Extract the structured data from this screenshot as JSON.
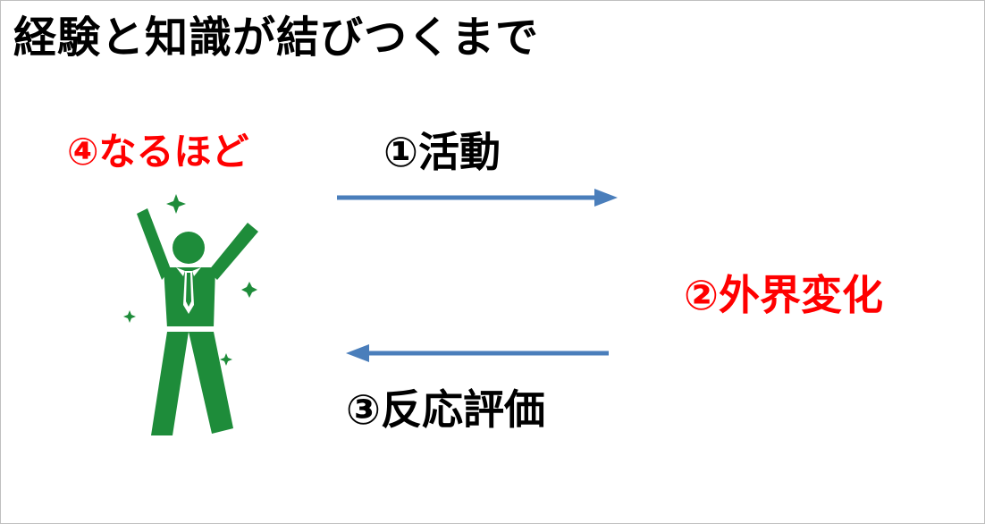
{
  "slide": {
    "title": "経験と知識が結びつくまで"
  },
  "steps": {
    "step1": "①活動",
    "step2": "②外界変化",
    "step3": "③反応評価",
    "step4": "④なるほど"
  },
  "colors": {
    "arrow": "#4a7ebb",
    "figure": "#1e8c3a",
    "highlight": "#ff0000",
    "text": "#000000"
  },
  "icons": {
    "figure": "cheering-businessman-icon",
    "sparkle": "sparkle-icon"
  }
}
